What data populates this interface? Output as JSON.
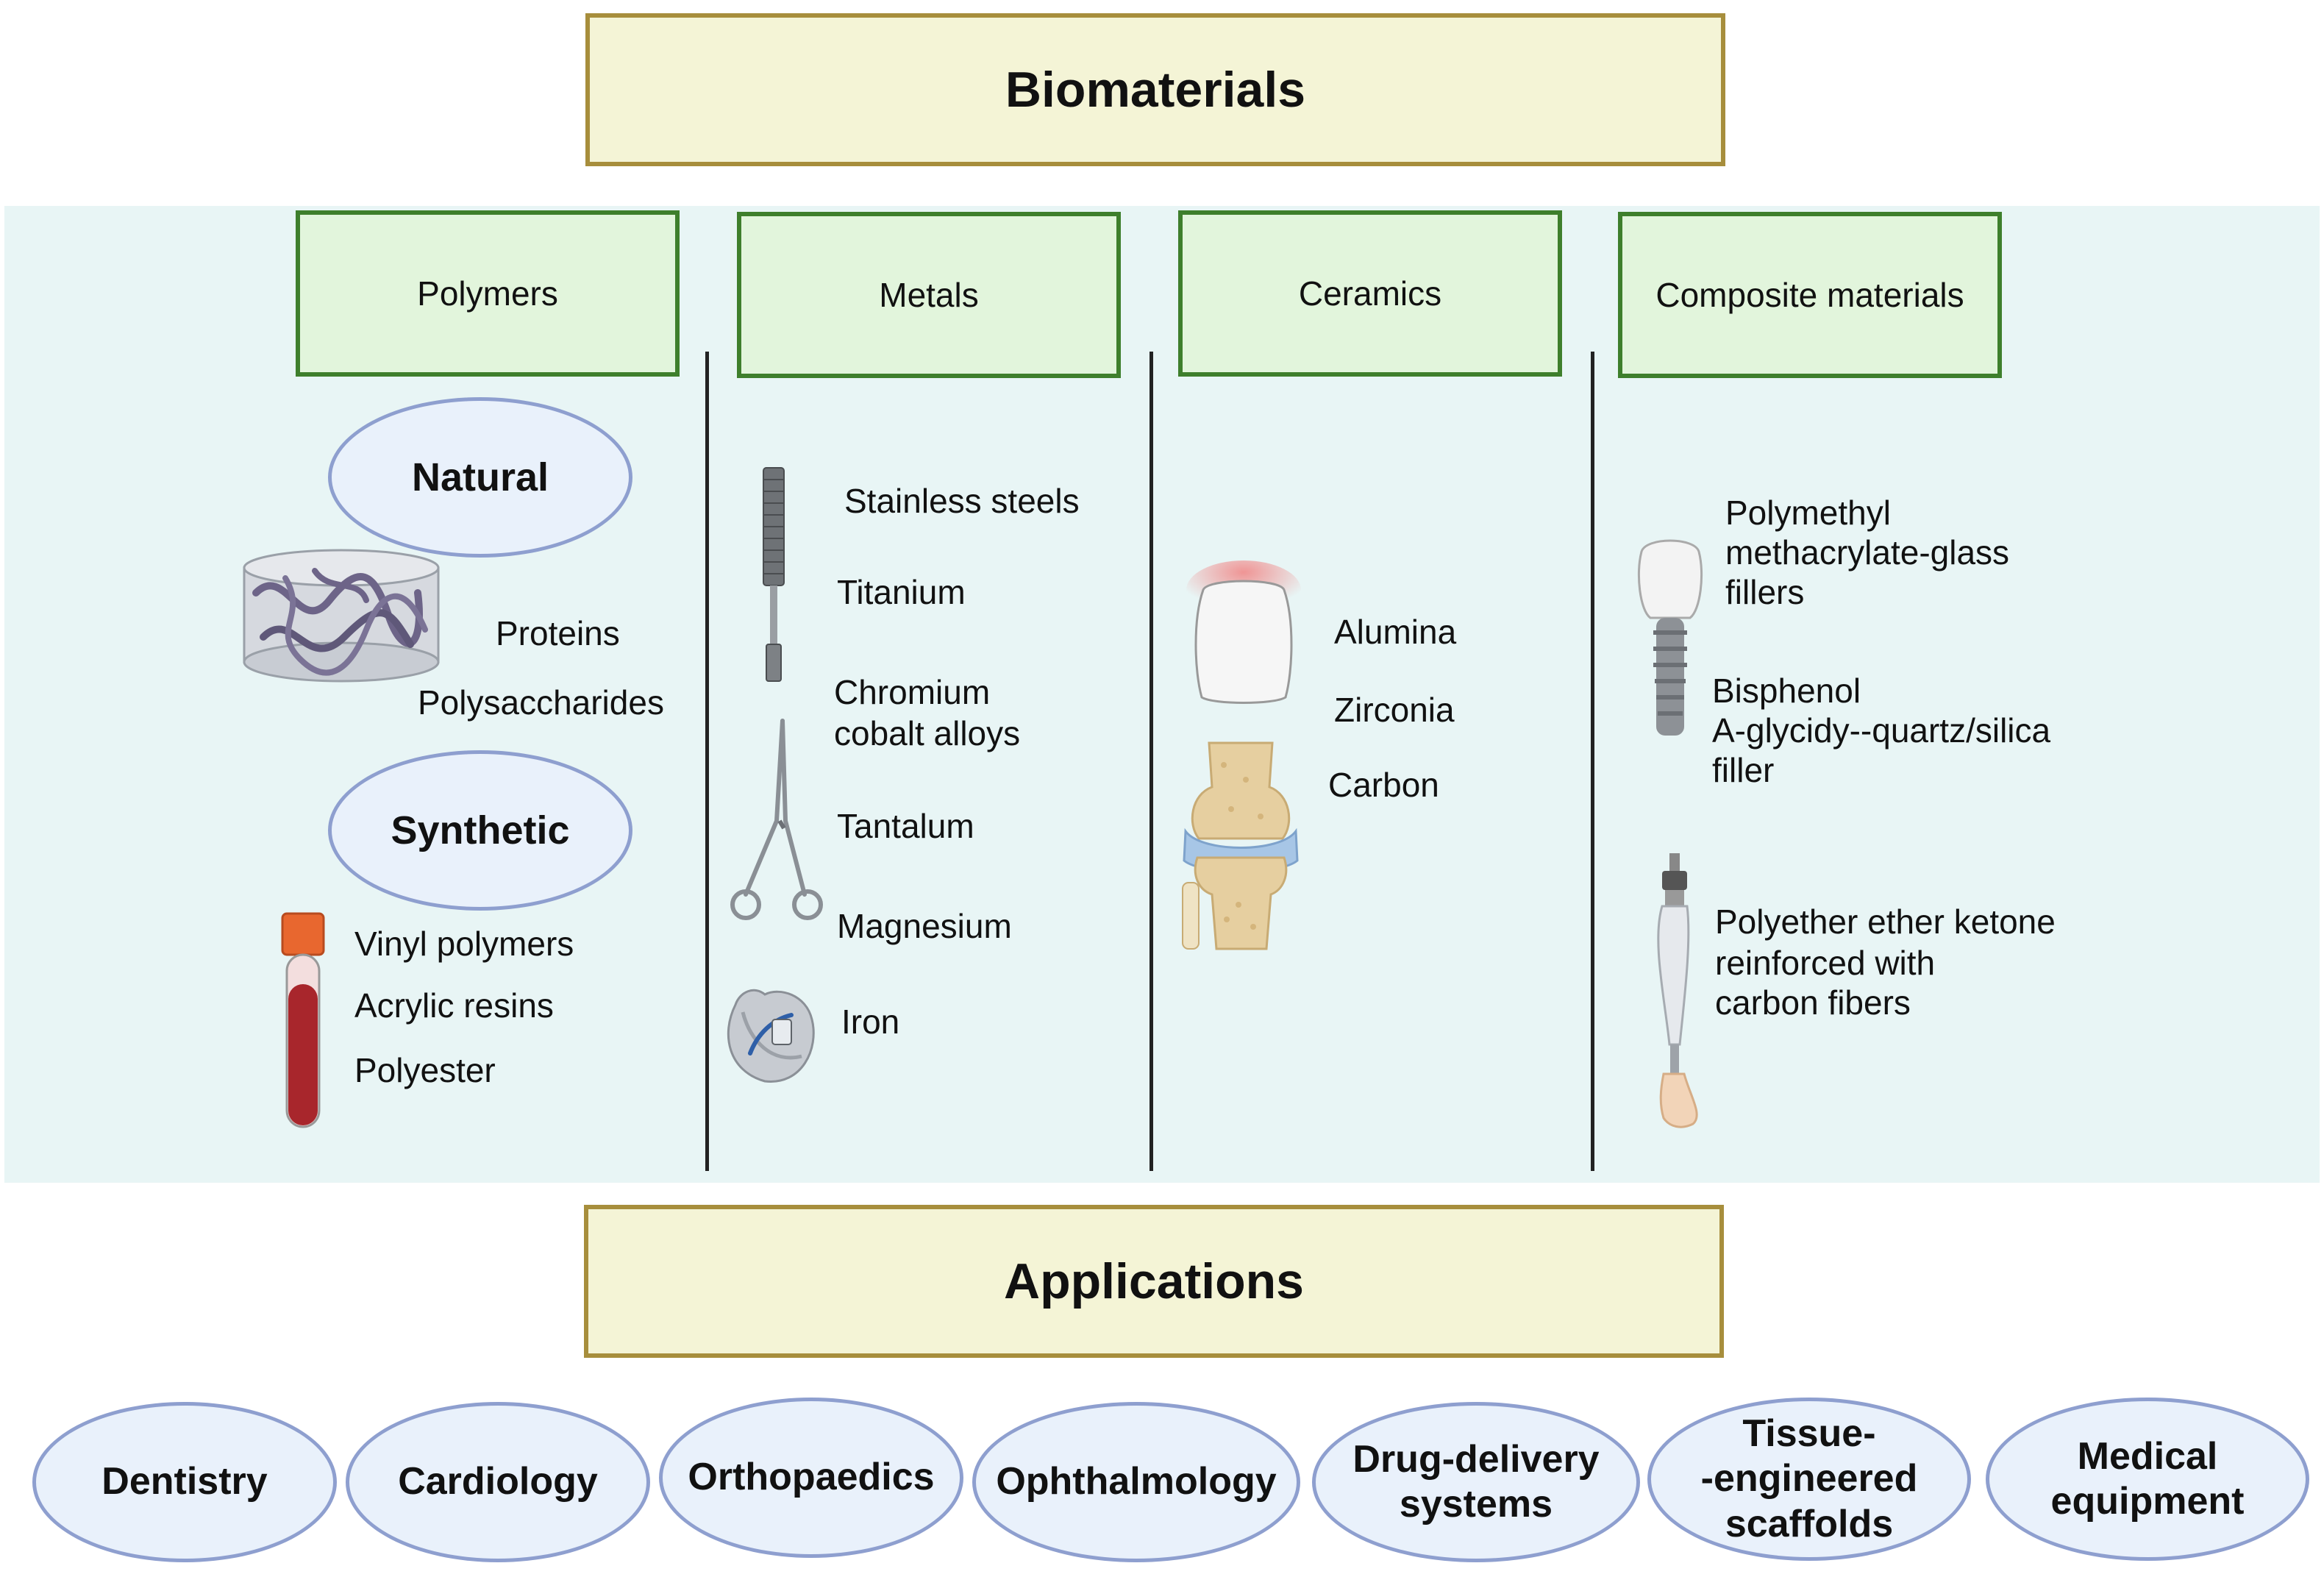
{
  "header": {
    "title": "Biomaterials"
  },
  "categories": [
    {
      "label": "Polymers"
    },
    {
      "label": "Metals"
    },
    {
      "label": "Ceramics"
    },
    {
      "label": "Composite materials"
    }
  ],
  "polymers": {
    "natural": {
      "label": "Natural",
      "items": [
        "Proteins",
        "Polysaccharides"
      ]
    },
    "synthetic": {
      "label": "Synthetic",
      "items": [
        "Vinyl polymers",
        "Acrylic resins",
        "Polyester"
      ]
    }
  },
  "metals": {
    "items": [
      "Stainless steels",
      "Titanium",
      "Chromium",
      "cobalt alloys",
      "Tantalum",
      "Magnesium",
      "Iron"
    ]
  },
  "ceramics": {
    "items": [
      "Alumina",
      "Zirconia",
      "Carbon"
    ]
  },
  "composites": {
    "items": [
      [
        "Polymethyl",
        "methacrylate-glass",
        "fillers"
      ],
      [
        "Bisphenol",
        "A-glycidy--quartz/silica",
        "filler"
      ],
      [
        "Polyether ether ketone",
        "reinforced with",
        "carbon fibers"
      ]
    ]
  },
  "applications": {
    "title": "Applications",
    "items": [
      [
        "Dentistry"
      ],
      [
        "Cardiology"
      ],
      [
        "Orthopaedics"
      ],
      [
        "Ophthalmology"
      ],
      [
        "Drug-delivery",
        "systems"
      ],
      [
        "Tissue-",
        "-engineered",
        "scaffolds"
      ],
      [
        "Medical",
        "equipment"
      ]
    ]
  }
}
